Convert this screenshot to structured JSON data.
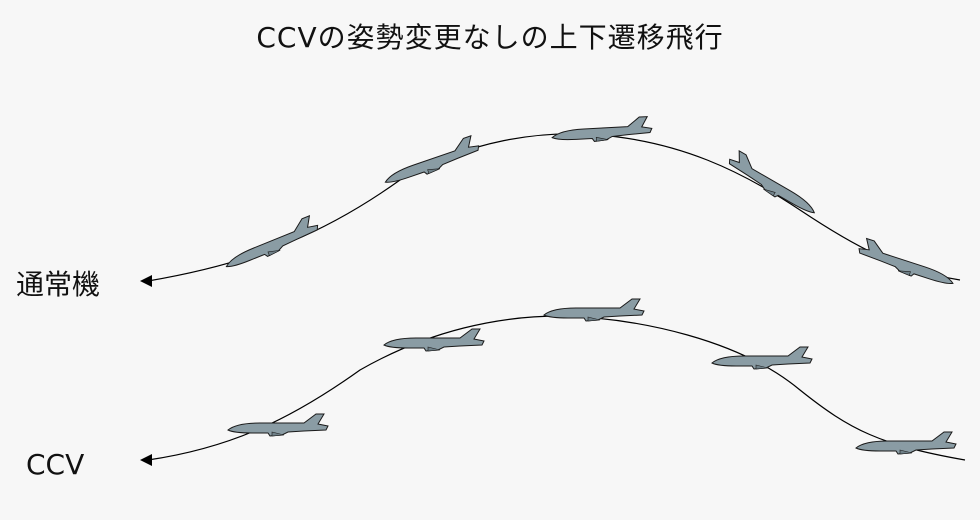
{
  "title": "CCVの姿勢変更なしの上下遷移飛行",
  "rows": [
    {
      "id": "normal",
      "label": "通常機"
    },
    {
      "id": "ccv",
      "label": "CCV"
    }
  ],
  "colors": {
    "aircraft_fill": "#8a9ca4",
    "aircraft_stroke": "#1a1a1a",
    "path": "#000000"
  }
}
